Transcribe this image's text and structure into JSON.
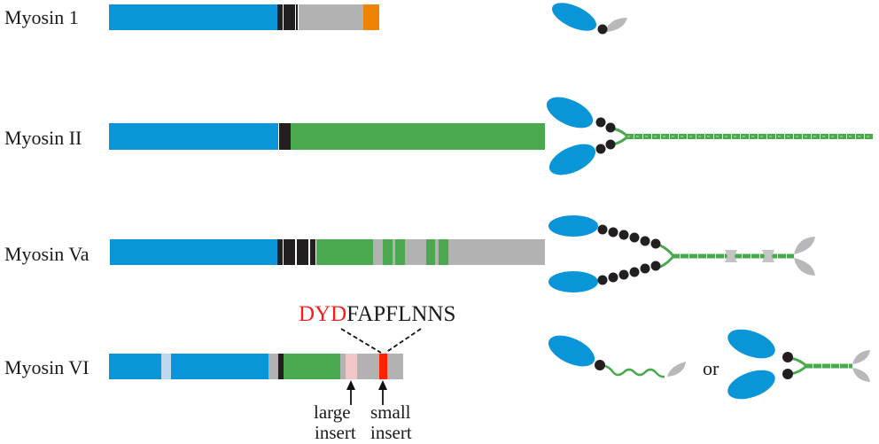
{
  "labels": {
    "myosin1": "Myosin 1",
    "myosin2": "Myosin II",
    "myosin5a": "Myosin Va",
    "myosin6": "Myosin VI"
  },
  "sequence": {
    "highlight": "DYD",
    "rest": "FAPFLNNS"
  },
  "annotations": {
    "large_1": "large",
    "large_2": "insert",
    "small_1": "small",
    "small_2": "insert",
    "or": "or"
  },
  "colors": {
    "motor": "#0a95d9",
    "neck": "#231f20",
    "tail": "#b2b2b2",
    "coiled_coil": "#4aa84e",
    "myosin1_tail_end": "#ee8306",
    "large_insert": "#f0c8c8",
    "small_insert": "#ff2200",
    "light_motor": "#bcd7ee",
    "highlight_text": "#ff1a1a"
  }
}
